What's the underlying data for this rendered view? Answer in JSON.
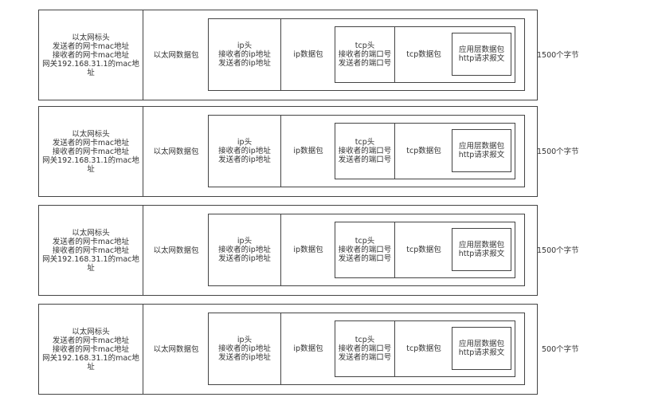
{
  "rows": [
    {
      "eth_header": "以太网标头\n发送者的网卡mac地址\n接收者的网卡mac地址\n网关192.168.31.1的mac地址",
      "eth_payload": "以太网数据包",
      "ip_header": "ip头\n接收者的ip地址\n发送者的ip地址",
      "ip_payload": "ip数据包",
      "tcp_header": "tcp头\n接收者的端口号\n发送者的端口号",
      "tcp_payload": "tcp数据包",
      "app": "应用层数据包\nhttp请求报文",
      "size": "1500个字节"
    },
    {
      "eth_header": "以太网标头\n发送者的网卡mac地址\n接收者的网卡mac地址\n网关192.168.31.1的mac地址",
      "eth_payload": "以太网数据包",
      "ip_header": "ip头\n接收者的ip地址\n发送者的ip地址",
      "ip_payload": "ip数据包",
      "tcp_header": "tcp头\n接收者的端口号\n发送者的端口号",
      "tcp_payload": "tcp数据包",
      "app": "应用层数据包\nhttp请求报文",
      "size": "1500个字节"
    },
    {
      "eth_header": "以太网标头\n发送者的网卡mac地址\n接收者的网卡mac地址\n网关192.168.31.1的mac地址",
      "eth_payload": "以太网数据包",
      "ip_header": "ip头\n接收者的ip地址\n发送者的ip地址",
      "ip_payload": "ip数据包",
      "tcp_header": "tcp头\n接收者的端口号\n发送者的端口号",
      "tcp_payload": "tcp数据包",
      "app": "应用层数据包\nhttp请求报文",
      "size": "1500个字节"
    },
    {
      "eth_header": "以太网标头\n发送者的网卡mac地址\n接收者的网卡mac地址\n网关192.168.31.1的mac地址",
      "eth_payload": "以太网数据包",
      "ip_header": "ip头\n接收者的ip地址\n发送者的ip地址",
      "ip_payload": "ip数据包",
      "tcp_header": "tcp头\n接收者的端口号\n发送者的端口号",
      "tcp_payload": "tcp数据包",
      "app": "应用层数据包\nhttp请求报文",
      "size": "500个字节"
    }
  ]
}
